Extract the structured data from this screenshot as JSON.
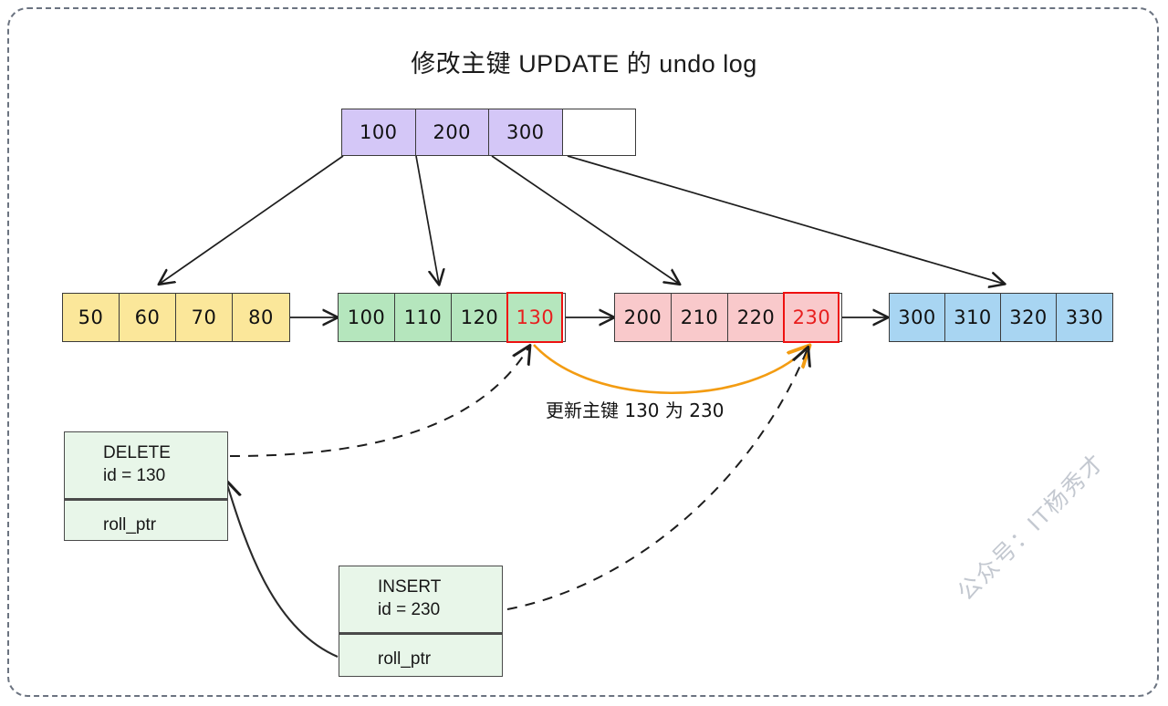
{
  "title": "修改主键 UPDATE 的 undo log",
  "colors": {
    "root_fill": "#d4c7f7",
    "leaf1_fill": "#fbe79a",
    "leaf2_fill": "#b5e6bd",
    "leaf3_fill": "#f9c9cb",
    "leaf4_fill": "#a8d5f2",
    "highlight": "#ee1111",
    "accent_orange": "#f39c12",
    "undo_fill": "#e8f6e9",
    "frame_dash": "#6b7380",
    "watermark": "#c3c8d0"
  },
  "root": {
    "cells": [
      "100",
      "200",
      "300",
      ""
    ]
  },
  "leaves": [
    {
      "name": "leaf-1",
      "cells": [
        "50",
        "60",
        "70",
        "80"
      ]
    },
    {
      "name": "leaf-2",
      "cells": [
        "100",
        "110",
        "120",
        "130"
      ]
    },
    {
      "name": "leaf-3",
      "cells": [
        "200",
        "210",
        "220",
        "230"
      ]
    },
    {
      "name": "leaf-4",
      "cells": [
        "300",
        "310",
        "320",
        "330"
      ]
    }
  ],
  "annotation": {
    "update_text": "更新主键 130 为 230"
  },
  "undo_records": [
    {
      "name": "delete-record",
      "type": "DELETE",
      "id_line": "id = 130",
      "roll_ptr": "roll_ptr"
    },
    {
      "name": "insert-record",
      "type": "INSERT",
      "id_line": "id = 230",
      "roll_ptr": "roll_ptr"
    }
  ],
  "watermark": "公众号：IT杨秀才"
}
